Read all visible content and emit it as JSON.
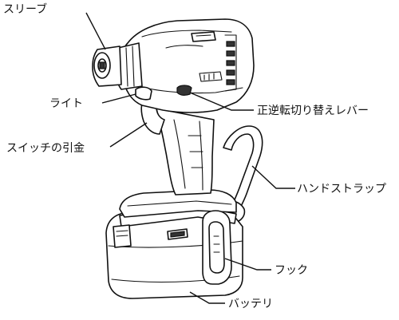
{
  "labels": {
    "sleeve": "スリーブ",
    "light": "ライト",
    "switch_trigger": "スイッチの引金",
    "reverse_switch_lever": "正逆転切り替えレバー",
    "hand_strap": "ハンドストラップ",
    "hook": "フック",
    "battery": "バッテリ"
  },
  "colors": {
    "ink": "#111111",
    "background": "#ffffff"
  }
}
